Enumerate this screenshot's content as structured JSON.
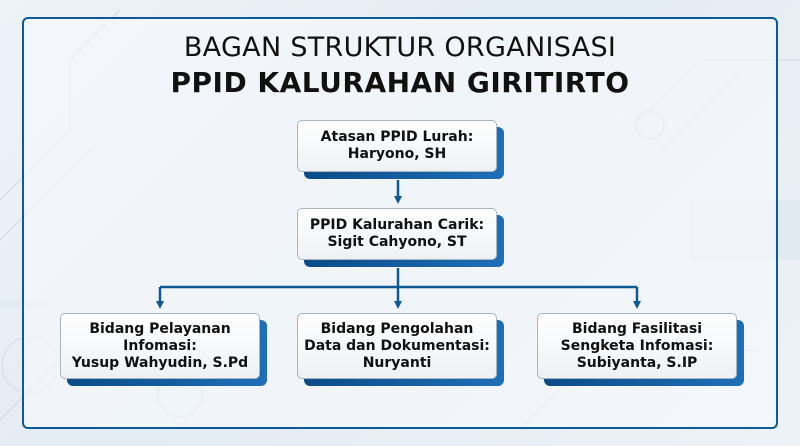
{
  "title": {
    "line1": "BAGAN STRUKTUR ORGANISASI",
    "line2": "PPID KALURAHAN GIRITIRTO"
  },
  "nodes": {
    "atasan": {
      "lines": [
        "Atasan PPID Lurah:",
        "Haryono, SH"
      ]
    },
    "ppid": {
      "lines": [
        "PPID Kalurahan Carik:",
        "Sigit Cahyono, ST"
      ]
    },
    "bidang_pelayanan": {
      "lines": [
        "Bidang Pelayanan",
        "Infomasi:",
        "Yusup Wahyudin, S.Pd"
      ]
    },
    "bidang_pengolahan": {
      "lines": [
        "Bidang Pengolahan",
        "Data dan Dokumentasi:",
        "Nuryanti"
      ]
    },
    "bidang_fasilitasi": {
      "lines": [
        "Bidang Fasilitasi",
        "Sengketa Infomasi:",
        "Subiyanta, S.IP"
      ]
    }
  },
  "colors": {
    "accent": "#0e5a96",
    "connector": "#0e5a96",
    "shadow": "#0a4c86"
  }
}
